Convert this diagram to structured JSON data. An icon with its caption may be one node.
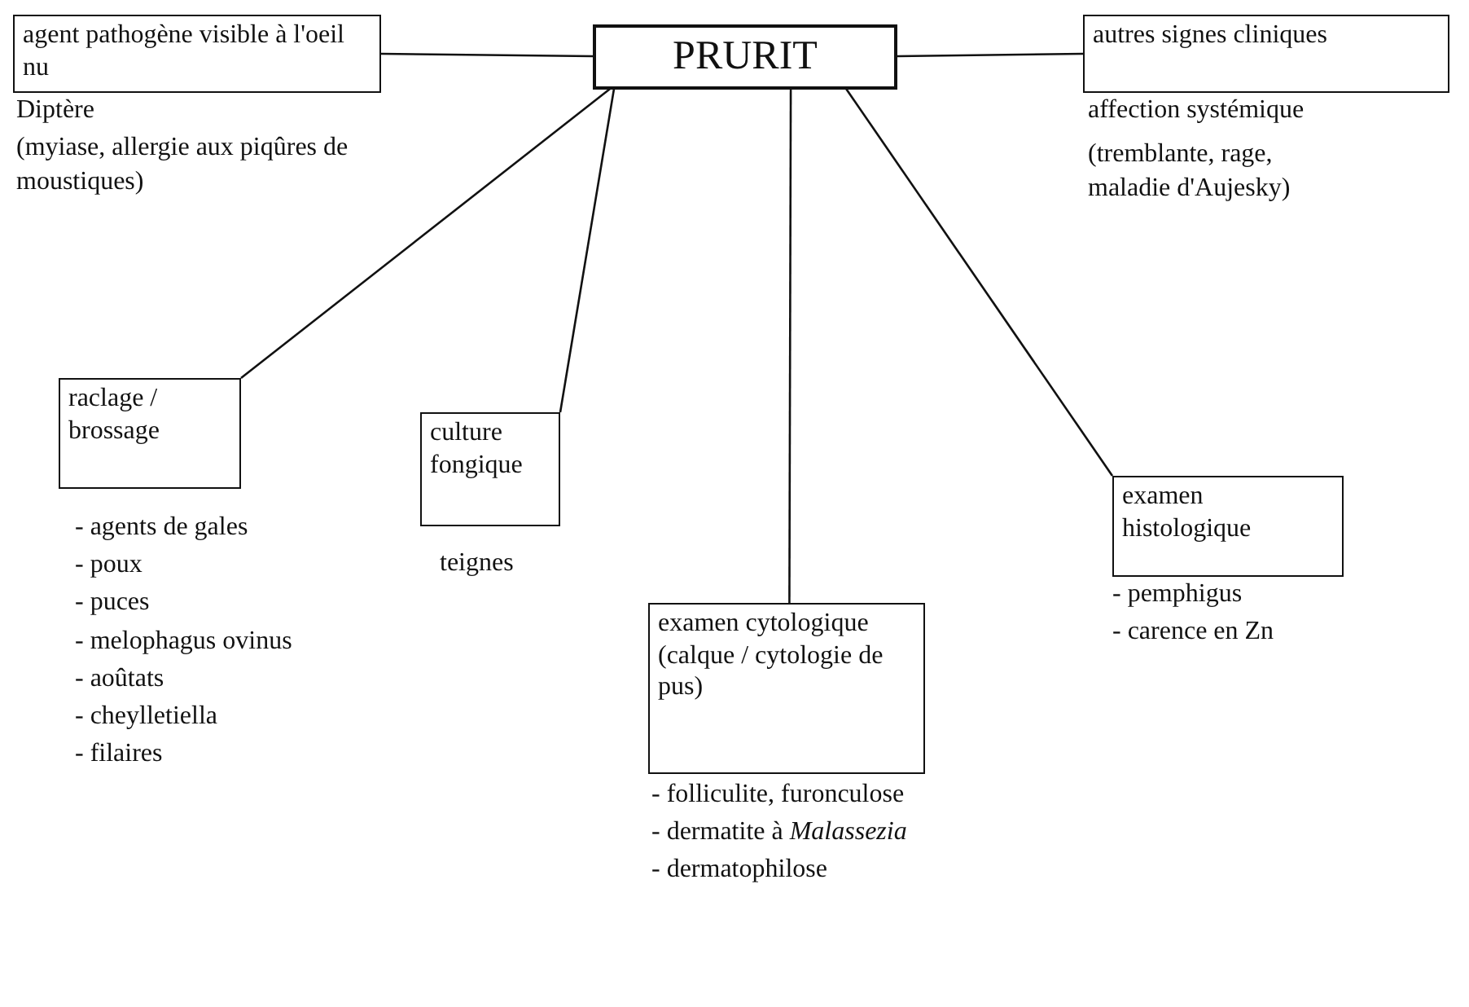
{
  "diagram": {
    "nodes": [
      {
        "text": [
          "PRURIT"
        ]
      },
      {
        "text": [
          "agent pathogène visible à l'oeil nu"
        ],
        "beside": [
          "Diptère",
          "(myiase, allergie aux piqûres de moustiques)"
        ]
      },
      {
        "text": [
          "autres signes cliniques"
        ],
        "beside": [
          "affection systémique",
          "(tremblante, rage, maladie d'Aujesky)"
        ]
      },
      {
        "text": [
          "raclage / brossage"
        ],
        "beside": [
          "- agents de gales",
          "- poux",
          "- puces",
          "- melophagus ovinus",
          "- aoûtats",
          "- cheylletiella",
          "- filaires"
        ]
      },
      {
        "text": [
          "culture fongique"
        ],
        "beside": [
          "teignes"
        ]
      },
      {
        "text": [
          "examen cytologique (calque / cytologie de pus)"
        ],
        "beside": [
          "- folliculite, furonculose",
          "- dermatite à *Malassezia*",
          "- dermatophilose"
        ]
      },
      {
        "text": [
          "examen histologique"
        ],
        "beside": [
          "- pemphigus",
          "- carence en Zn"
        ]
      }
    ],
    "edges": [
      {
        "from": 0,
        "to": 1,
        "arrow": "none"
      },
      {
        "from": 0,
        "to": 2,
        "arrow": "none"
      },
      {
        "from": 0,
        "to": 3,
        "arrow": "none"
      },
      {
        "from": 0,
        "to": 4,
        "arrow": "none"
      },
      {
        "from": 0,
        "to": 5,
        "arrow": "none"
      },
      {
        "from": 0,
        "to": 6,
        "arrow": "none"
      }
    ]
  }
}
